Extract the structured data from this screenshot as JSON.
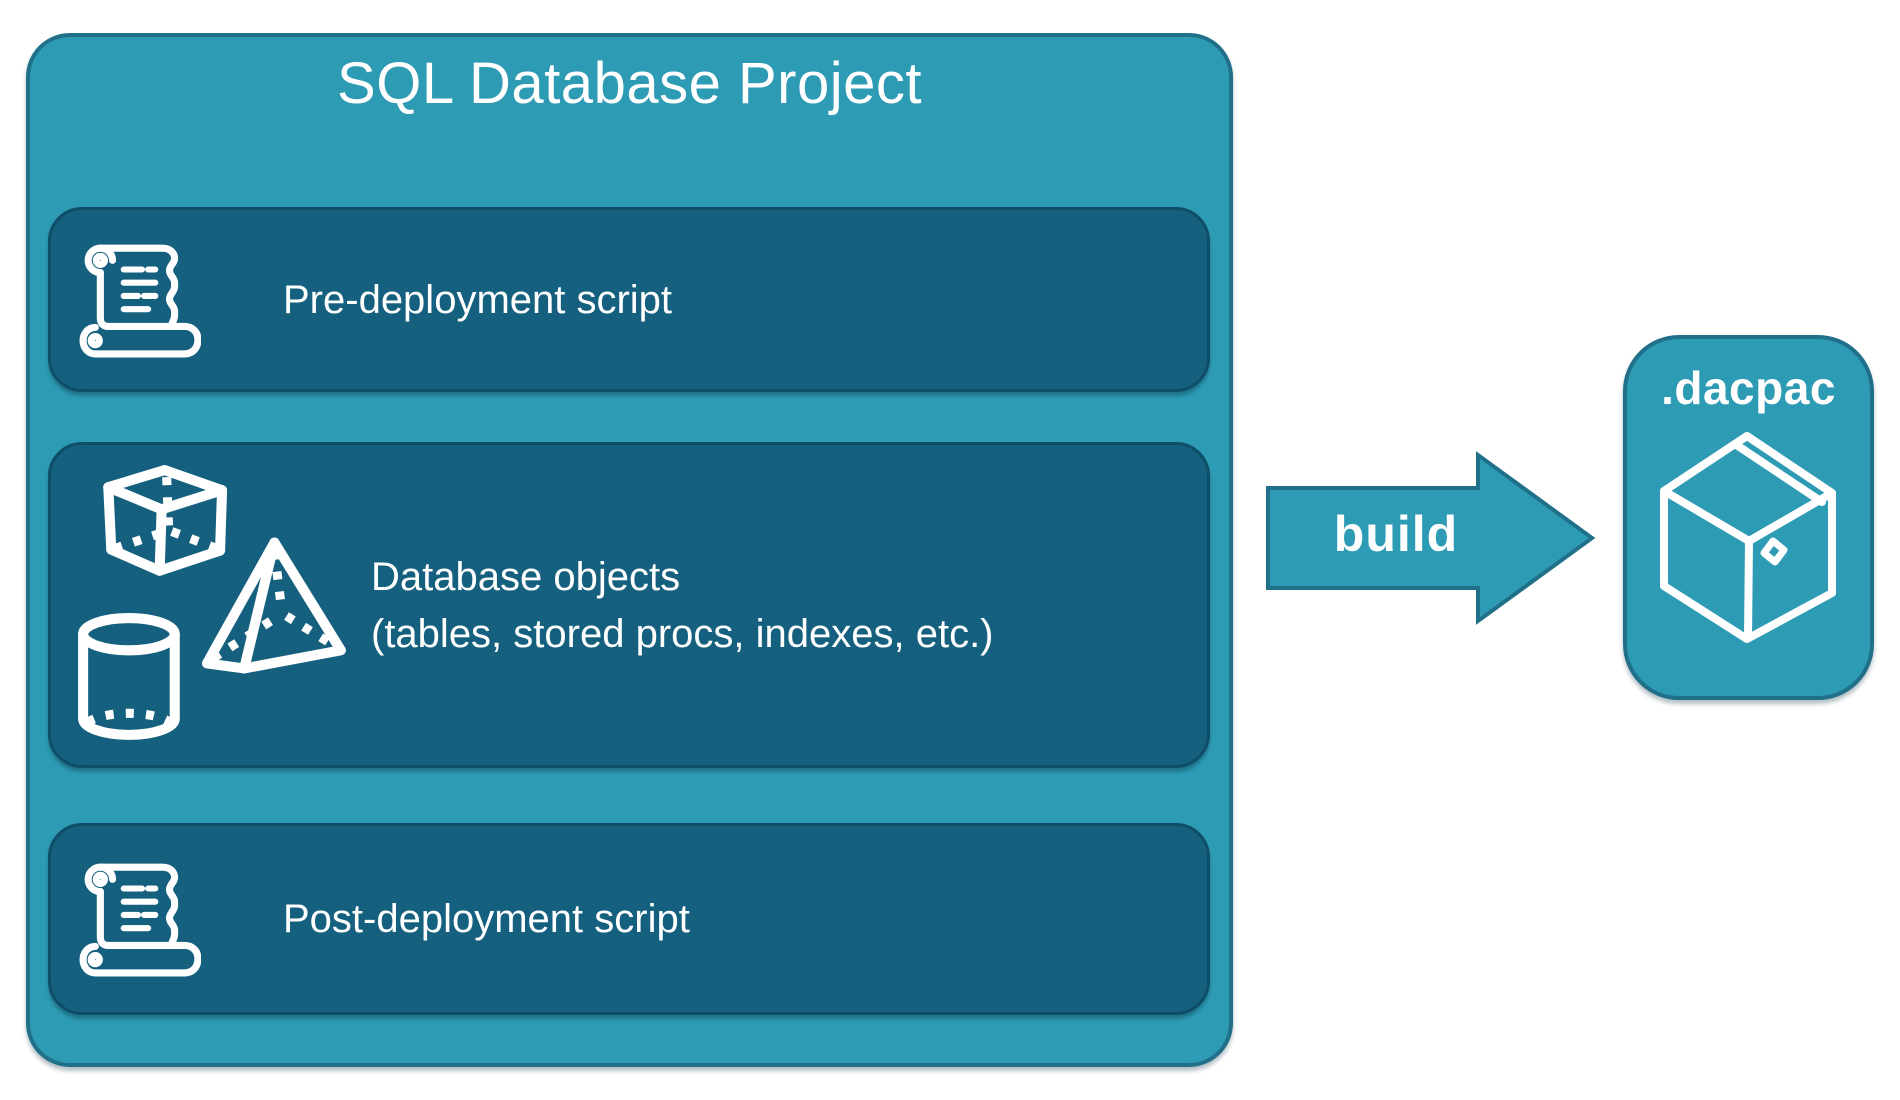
{
  "colors": {
    "container_fill": "#2E9BB4",
    "container_border": "#20708A",
    "item_fill": "#15607E",
    "item_border": "#0F4E68",
    "text": "#FFFFFF",
    "background": "#FFFFFF"
  },
  "project": {
    "title": "SQL Database Project",
    "items": [
      {
        "id": "pre-deployment",
        "icon": "scroll-icon",
        "label": "Pre-deployment script"
      },
      {
        "id": "database-objects",
        "icons": [
          "cube-icon",
          "pyramid-icon",
          "cylinder-icon"
        ],
        "label_line1": "Database objects",
        "label_line2": "(tables, stored procs, indexes, etc.)"
      },
      {
        "id": "post-deployment",
        "icon": "scroll-icon",
        "label": "Post-deployment script"
      }
    ]
  },
  "build_arrow": {
    "label": "build"
  },
  "artifact": {
    "label": ".dacpac",
    "icon": "package-icon"
  }
}
